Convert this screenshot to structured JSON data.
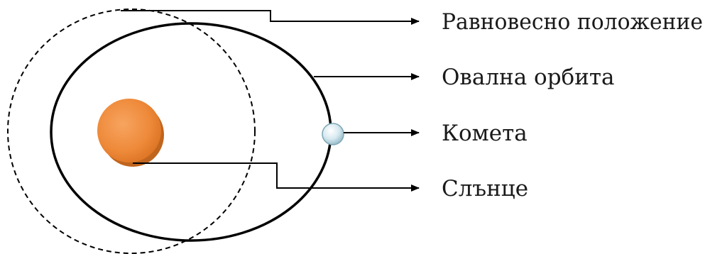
{
  "labels": {
    "equilibrium": "Равновесно положение",
    "orbit": "Овална орбита",
    "comet": "Комета",
    "sun": "Слънце"
  },
  "colors": {
    "sun_fill": "#f08a3c",
    "sun_shadow": "#b35a1c",
    "comet_fill": "#cfe4ec",
    "line": "#000000"
  }
}
